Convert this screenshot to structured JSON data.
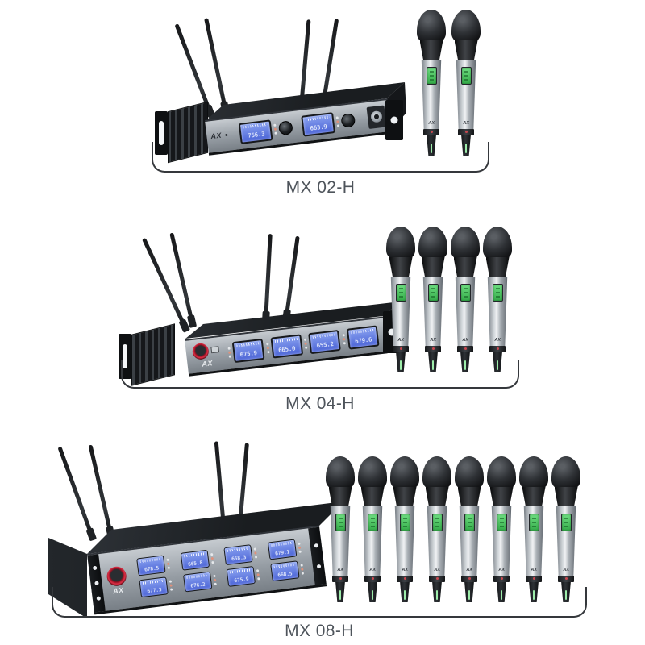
{
  "background": "#ffffff",
  "brand": {
    "logo": "AX"
  },
  "palette": {
    "display_blue_top": "#8aa2f0",
    "display_blue_bottom": "#4a63d6",
    "display_digits": "#f0f5ff",
    "mic_screen_green": "#35ad4a",
    "power_button_red": "#e03048",
    "chassis_dark": "#1a1d20",
    "panel_silver": "#9aa1a8",
    "bracket_line": "#35383c",
    "label_text": "#4e545b"
  },
  "products": [
    {
      "model": "MX 02-H",
      "channels": 2,
      "microphones": 2,
      "antennas": 4,
      "display_readouts": [
        "756.3",
        "663.9"
      ]
    },
    {
      "model": "MX 04-H",
      "channels": 4,
      "microphones": 4,
      "antennas": 4,
      "display_readouts": [
        "675.9",
        "665.0",
        "655.2",
        "679.6"
      ]
    },
    {
      "model": "MX 08-H",
      "channels": 8,
      "microphones": 8,
      "antennas": 4,
      "display_readouts": [
        "678.5",
        "665.8",
        "668.3",
        "679.1",
        "677.3",
        "676.2",
        "675.9",
        "668.5"
      ]
    }
  ]
}
